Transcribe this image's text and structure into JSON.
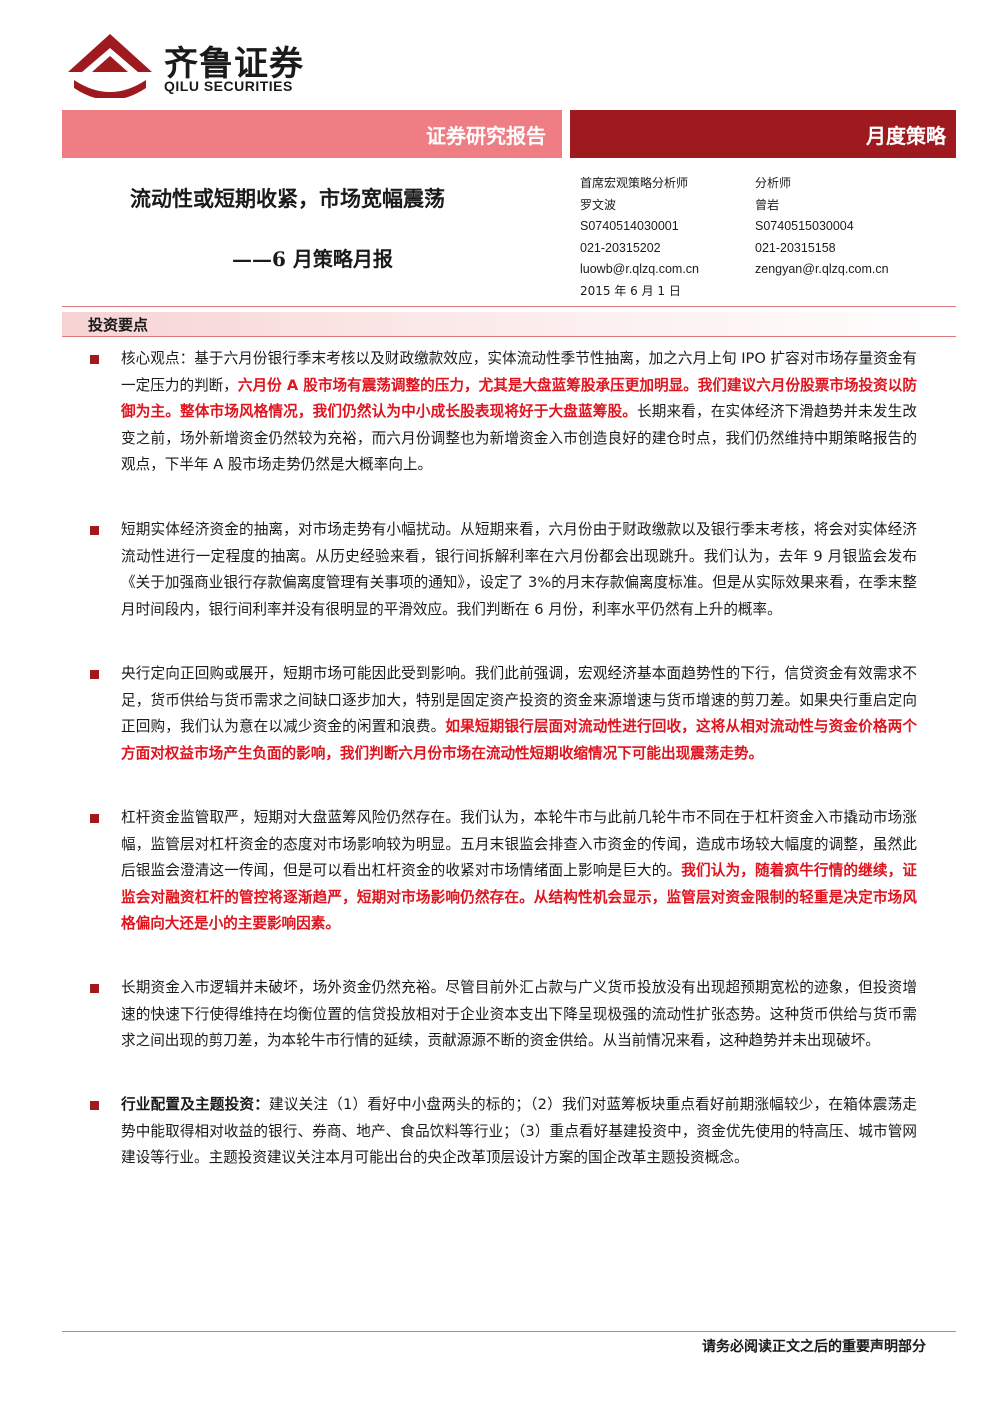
{
  "brand": {
    "name_cn": "齐鲁证券",
    "name_en": "QILU SECURITIES",
    "colors": {
      "dark_red": "#9e1a1e",
      "pink": "#ef7e84",
      "highlight_red": "#e0141e"
    }
  },
  "banner": {
    "left_label": "证券研究报告",
    "right_label": "月度策略"
  },
  "report": {
    "title": "流动性或短期收紧，市场宽幅震荡",
    "subtitle": "——6 月策略月报"
  },
  "analysts": [
    {
      "role": "首席宏观策略分析师",
      "name": "罗文波",
      "cert": "S0740514030001",
      "phone": "021-20315202",
      "email": "luowb@r.qlzq.com.cn",
      "date": "2015 年 6 月 1 日"
    },
    {
      "role": "分析师",
      "name": "曾岩",
      "cert": "S0740515030004",
      "phone": "021-20315158",
      "email": "zengyan@r.qlzq.com.cn"
    }
  ],
  "section": {
    "title": "投资要点"
  },
  "points": [
    {
      "segments": [
        {
          "text": "核心观点：基于六月份银行季末考核以及财政缴款效应，实体流动性季节性抽离，加之六月上旬 IPO 扩容对市场存量资金有一定压力的判断，",
          "style": "normal"
        },
        {
          "text": "六月份 A 股市场有震荡调整的压力，尤其是大盘蓝筹股承压更加明显。我们建议六月份股票市场投资以防御为主。整体市场风格情况，我们仍然认为中小成长股表现将好于大盘蓝筹股。",
          "style": "red"
        },
        {
          "text": "长期来看，在实体经济下滑趋势并未发生改变之前，场外新增资金仍然较为充裕，而六月份调整也为新增资金入市创造良好的建仓时点，我们仍然维持中期策略报告的观点，下半年 A 股市场走势仍然是大概率向上。",
          "style": "normal"
        }
      ]
    },
    {
      "segments": [
        {
          "text": "短期实体经济资金的抽离，对市场走势有小幅扰动。从短期来看，六月份由于财政缴款以及银行季末考核，将会对实体经济流动性进行一定程度的抽离。从历史经验来看，银行间拆解利率在六月份都会出现跳升。我们认为，去年 9 月银监会发布《关于加强商业银行存款偏离度管理有关事项的通知》，设定了 3%的月末存款偏离度标准。但是从实际效果来看，在季末整月时间段内，银行间利率并没有很明显的平滑效应。我们判断在 6 月份，利率水平仍然有上升的概率。",
          "style": "normal"
        }
      ]
    },
    {
      "segments": [
        {
          "text": "央行定向正回购或展开，短期市场可能因此受到影响。我们此前强调，宏观经济基本面趋势性的下行，信贷资金有效需求不足，货币供给与货币需求之间缺口逐步加大，特别是固定资产投资的资金来源增速与货币增速的剪刀差。如果央行重启定向正回购，我们认为意在以减少资金的闲置和浪费。",
          "style": "normal"
        },
        {
          "text": "如果短期银行层面对流动性进行回收，这将从相对流动性与资金价格两个方面对权益市场产生负面的影响，我们判断六月份市场在流动性短期收缩情况下可能出现震荡走势。",
          "style": "red"
        }
      ]
    },
    {
      "segments": [
        {
          "text": "杠杆资金监管取严，短期对大盘蓝筹风险仍然存在。我们认为，本轮牛市与此前几轮牛市不同在于杠杆资金入市撬动市场涨幅，监管层对杠杆资金的态度对市场影响较为明显。五月末银监会排查入市资金的传闻，造成市场较大幅度的调整，虽然此后银监会澄清这一传闻，但是可以看出杠杆资金的收紧对市场情绪面上影响是巨大的。",
          "style": "normal"
        },
        {
          "text": "我们认为，随着疯牛行情的继续，证监会对融资杠杆的管控将逐渐趋严，短期对市场影响仍然存在。从结构性机会显示，监管层对资金限制的轻重是决定市场风格偏向大还是小的主要影响因素。",
          "style": "red"
        }
      ]
    },
    {
      "segments": [
        {
          "text": "长期资金入市逻辑并未破坏，场外资金仍然充裕。尽管目前外汇占款与广义货币投放没有出现超预期宽松的迹象，但投资增速的快速下行使得维持在均衡位置的信贷投放相对于企业资本支出下降呈现极强的流动性扩张态势。这种货币供给与货币需求之间出现的剪刀差，为本轮牛市行情的延续，贡献源源不断的资金供给。从当前情况来看，这种趋势并未出现破坏。",
          "style": "normal"
        }
      ]
    },
    {
      "segments": [
        {
          "text": "行业配置及主题投资：",
          "style": "bold"
        },
        {
          "text": "建议关注（1）看好中小盘两头的标的；（2）我们对蓝筹板块重点看好前期涨幅较少，在箱体震荡走势中能取得相对收益的银行、券商、地产、食品饮料等行业；（3）重点看好基建投资中，资金优先使用的特高压、城市管网建设等行业。主题投资建议关注本月可能出台的央企改革顶层设计方案的国企改革主题投资概念。",
          "style": "normal"
        }
      ]
    }
  ],
  "footer": {
    "disclaimer": "请务必阅读正文之后的重要声明部分"
  }
}
